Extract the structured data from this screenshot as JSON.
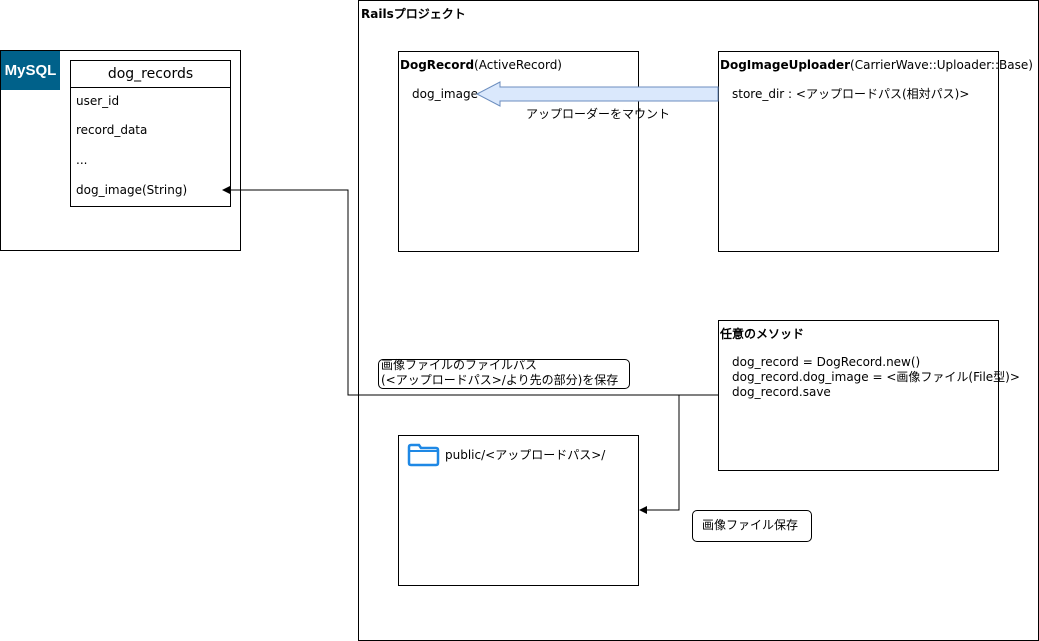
{
  "rails_project": {
    "title": "Railsプロジェクト"
  },
  "mysql": {
    "logo_text": "MySQL"
  },
  "db_table": {
    "name": "dog_records",
    "fields": [
      "user_id",
      "record_data",
      "...",
      "dog_image(String)"
    ]
  },
  "dog_record": {
    "title_bold": "DogRecord",
    "title_rest": "(ActiveRecord)",
    "attribute": "dog_image"
  },
  "uploader": {
    "title_bold": "DogImageUploader",
    "title_rest": "(CarrierWave::Uploader::Base)",
    "attribute": "store_dir : <アップロードパス(相対パス)>"
  },
  "mount_label": "アップローダーをマウント",
  "method_box": {
    "title": "任意のメソッド",
    "lines": [
      "dog_record = DogRecord.new()",
      "dog_record.dog_image = <画像ファイル(File型)>",
      "dog_record.save"
    ]
  },
  "path_note": {
    "line1": "画像ファイルのファイルパス",
    "line2": "(<アップロードパス>/より先の部分)を保存"
  },
  "public_folder": {
    "label": "public/<アップロードパス>/"
  },
  "save_note": "画像ファイル保存",
  "colors": {
    "arrow_fill": "#dae8fc",
    "arrow_stroke": "#6c8ebf",
    "folder_blue": "#1e88e5",
    "mysql_bg": "#00618a"
  },
  "icons": [
    "mysql-logo",
    "folder-icon"
  ]
}
